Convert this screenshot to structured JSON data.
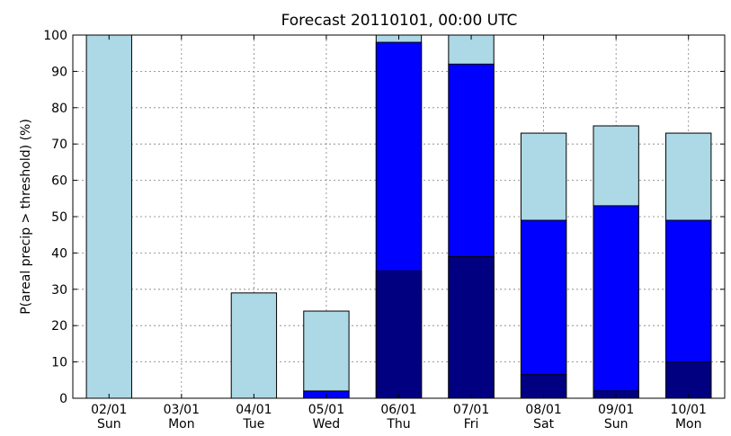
{
  "chart_data": {
    "type": "bar",
    "stacked": false,
    "overlay": true,
    "title": "Forecast 20110101, 00:00 UTC",
    "xlabel": "",
    "ylabel": "P(areal precip > threshold) (%)",
    "ylim": [
      0,
      100
    ],
    "yticks": [
      0,
      10,
      20,
      30,
      40,
      50,
      60,
      70,
      80,
      90,
      100
    ],
    "grid": true,
    "categories": [
      {
        "date": "02/01",
        "day": "Sun"
      },
      {
        "date": "03/01",
        "day": "Mon"
      },
      {
        "date": "04/01",
        "day": "Tue"
      },
      {
        "date": "05/01",
        "day": "Wed"
      },
      {
        "date": "06/01",
        "day": "Thu"
      },
      {
        "date": "07/01",
        "day": "Fri"
      },
      {
        "date": "08/01",
        "day": "Sat"
      },
      {
        "date": "09/01",
        "day": "Sun"
      },
      {
        "date": "10/01",
        "day": "Mon"
      }
    ],
    "series": [
      {
        "color": "#add8e6",
        "values": [
          100,
          0,
          29,
          24,
          100,
          100,
          73,
          75,
          73
        ]
      },
      {
        "color": "#0000ff",
        "values": [
          0,
          0,
          0,
          2,
          98,
          92,
          49,
          53,
          49
        ]
      },
      {
        "color": "#000080",
        "values": [
          0,
          0,
          0,
          0,
          35,
          39,
          6.5,
          2,
          10
        ]
      }
    ]
  }
}
